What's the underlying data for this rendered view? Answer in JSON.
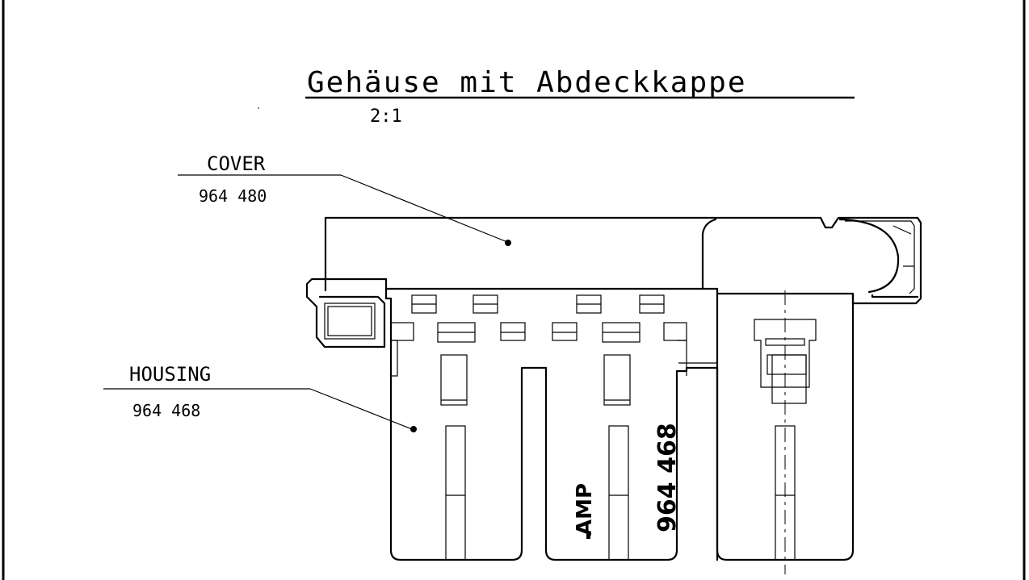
{
  "title": "Gehäuse mit Abdeckkappe",
  "scale": "2:1",
  "callouts": {
    "cover": {
      "name": "COVER",
      "part_number": "964 480"
    },
    "housing": {
      "name": "HOUSING",
      "part_number": "964 468"
    }
  },
  "engraving": {
    "brand": "AMP",
    "part_number": "964 468"
  }
}
